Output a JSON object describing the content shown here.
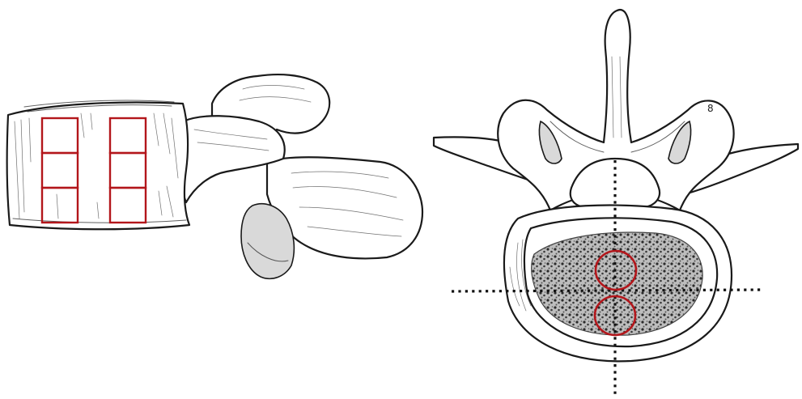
{
  "figure": {
    "lateral_view_annotation": "",
    "axial_view_annotation": "8",
    "roi_color": "#b3161b",
    "guide_color": "#111111",
    "lateral_roi_columns": 2,
    "lateral_roi_rows": 3,
    "axial_roi_circles": 2
  }
}
